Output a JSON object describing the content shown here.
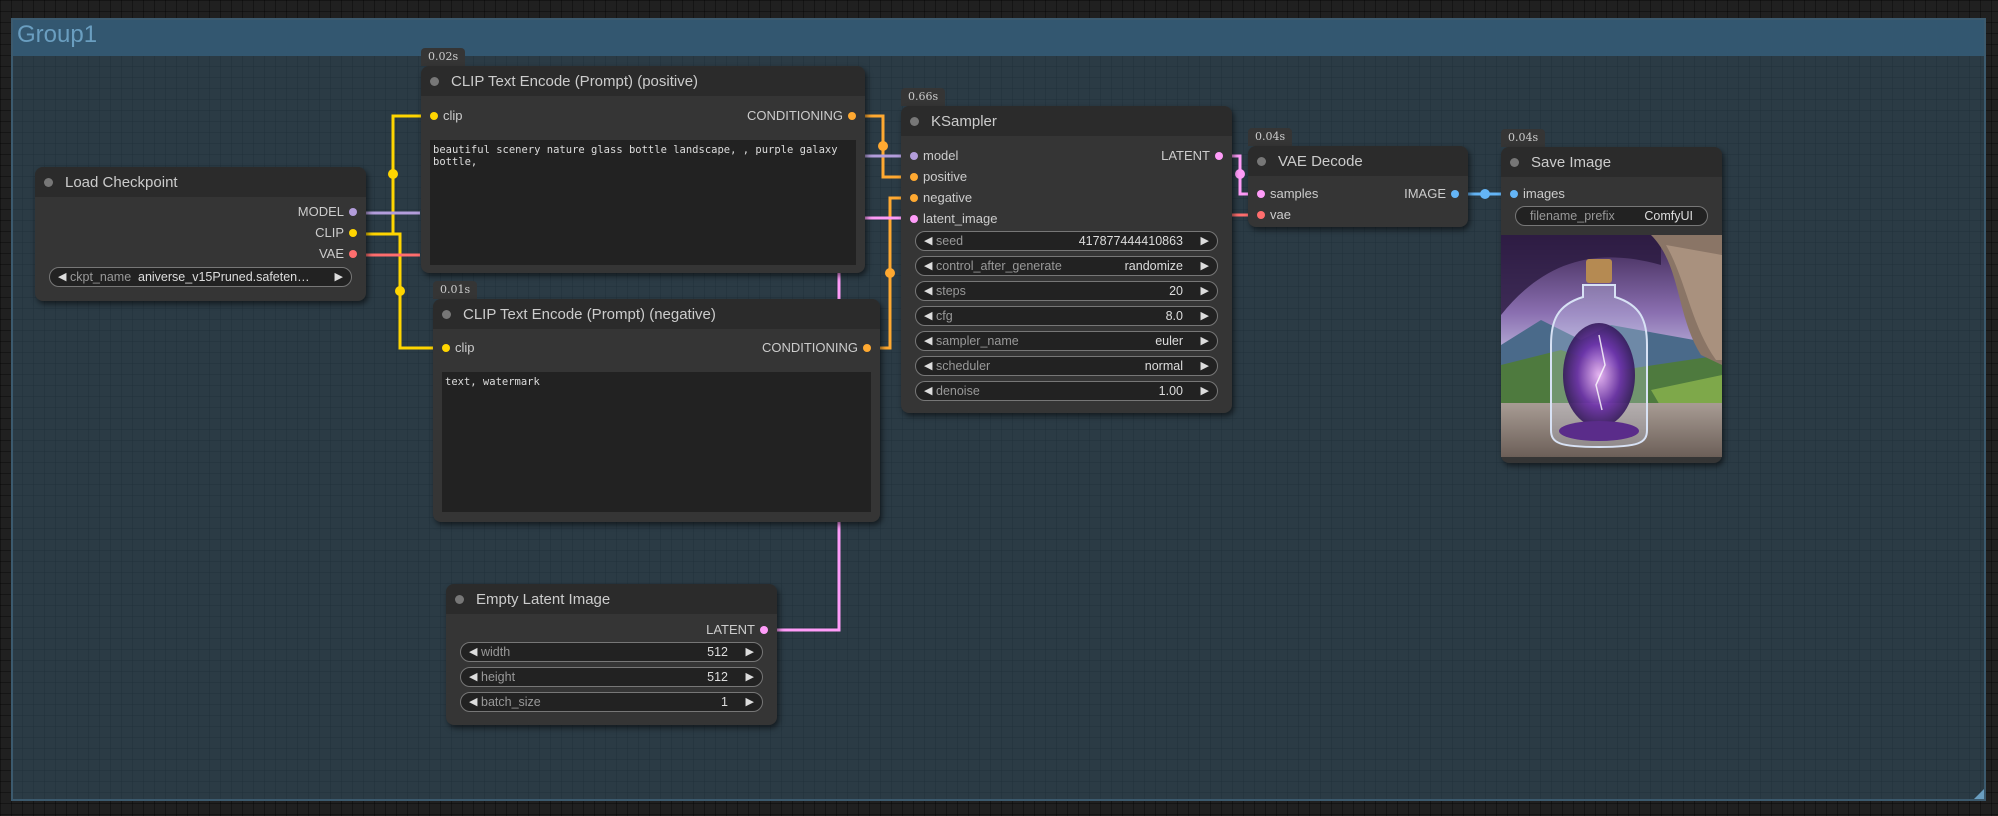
{
  "group": {
    "title": "Group1"
  },
  "colors": {
    "clip": "#ffd500",
    "conditioning": "#ffa931",
    "model": "#b39ddb",
    "vae": "#ff6e6e",
    "latent": "#ff9cf9",
    "image": "#64b5f6"
  },
  "nodes": {
    "load_checkpoint": {
      "title": "Load Checkpoint",
      "outputs": [
        "MODEL",
        "CLIP",
        "VAE"
      ],
      "widget": {
        "name": "ckpt_name",
        "value": "aniverse_v15Pruned.safeten…"
      }
    },
    "clip_positive": {
      "timing": "0.02s",
      "title": "CLIP Text Encode (Prompt) (positive)",
      "input": "clip",
      "output": "CONDITIONING",
      "text": "beautiful scenery nature glass bottle landscape, , purple galaxy bottle,"
    },
    "clip_negative": {
      "timing": "0.01s",
      "title": "CLIP Text Encode (Prompt) (negative)",
      "input": "clip",
      "output": "CONDITIONING",
      "text": "text, watermark"
    },
    "empty_latent": {
      "title": "Empty Latent Image",
      "output": "LATENT",
      "widgets": [
        {
          "name": "width",
          "value": "512"
        },
        {
          "name": "height",
          "value": "512"
        },
        {
          "name": "batch_size",
          "value": "1"
        }
      ]
    },
    "ksampler": {
      "timing": "0.66s",
      "title": "KSampler",
      "inputs": [
        "model",
        "positive",
        "negative",
        "latent_image"
      ],
      "output": "LATENT",
      "widgets": [
        {
          "name": "seed",
          "value": "417877444410863"
        },
        {
          "name": "control_after_generate",
          "value": "randomize"
        },
        {
          "name": "steps",
          "value": "20"
        },
        {
          "name": "cfg",
          "value": "8.0"
        },
        {
          "name": "sampler_name",
          "value": "euler"
        },
        {
          "name": "scheduler",
          "value": "normal"
        },
        {
          "name": "denoise",
          "value": "1.00"
        }
      ]
    },
    "vae_decode": {
      "timing": "0.04s",
      "title": "VAE Decode",
      "inputs": [
        "samples",
        "vae"
      ],
      "output": "IMAGE"
    },
    "save_image": {
      "timing": "0.04s",
      "title": "Save Image",
      "input": "images",
      "widget": {
        "name": "filename_prefix",
        "value": "ComfyUI"
      }
    }
  }
}
